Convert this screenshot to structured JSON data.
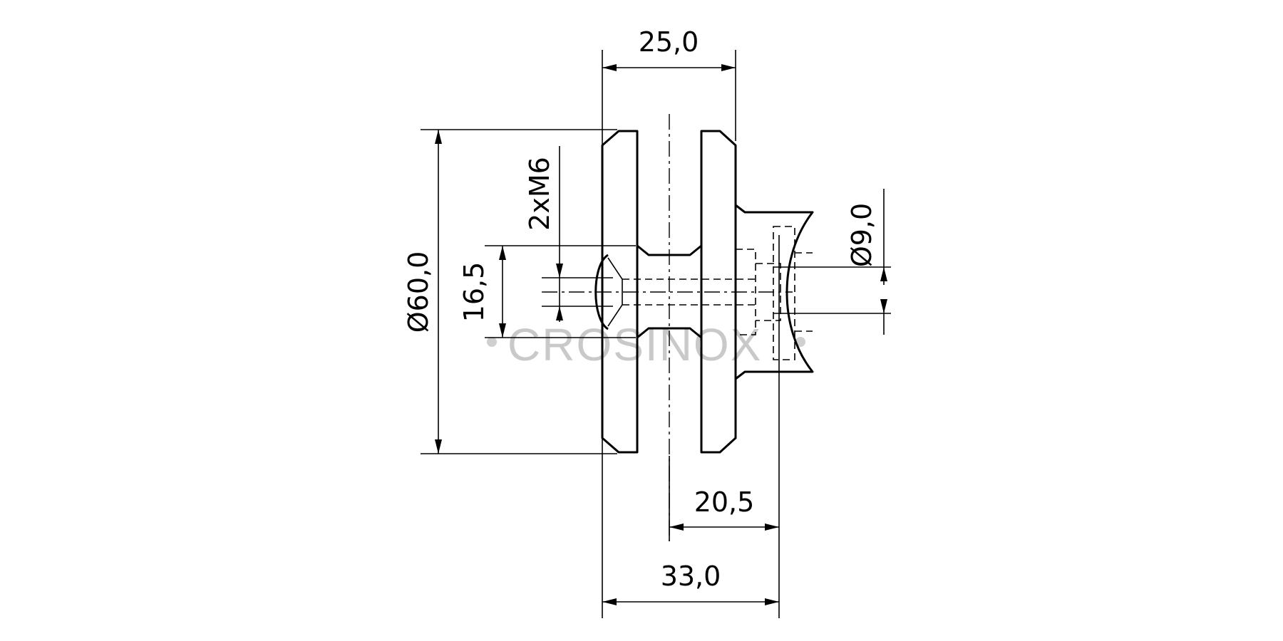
{
  "watermark": {
    "text": "CROSINOX"
  },
  "dimensions": {
    "top_width": "25,0",
    "outer_diameter": "Ø60,0",
    "thread": "2xM6",
    "thread_spacing": "16,5",
    "hole_diameter": "Ø9,0",
    "offset": "20,5",
    "total_width": "33,0"
  }
}
